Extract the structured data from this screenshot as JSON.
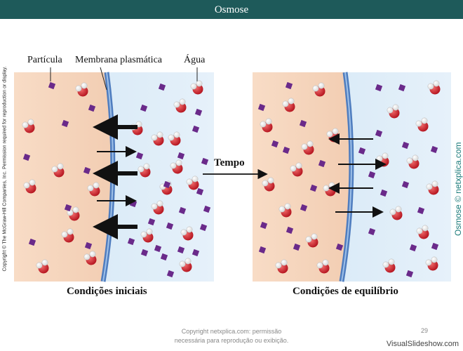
{
  "slide": {
    "title": "Osmose",
    "page_number": "29"
  },
  "labels": {
    "particle": "Partícula",
    "membrane": "Membrana plasmática",
    "water": "Água",
    "time": "Tempo",
    "initial": "Condições iniciais",
    "equilibrium": "Condições de equilíbrio"
  },
  "side_texts": {
    "copyright": "Copyright © The McGraw-Hill Companies, Inc. Permission required for reproduction or display.",
    "brand": "Osmose © netxplica.com"
  },
  "footer": {
    "line1": "Copyright netxplica.com: permissão",
    "line2": "necessária para reprodução ou exibição.",
    "watermark": "VisualSlideshow.com"
  },
  "colors": {
    "title_bar": "#1e5a5a",
    "cell_interior": "#f6d7bf",
    "extracellular": "#dbeaf7",
    "membrane": "#5b88c8",
    "water_molecule": "#d41f2a",
    "particle": "#6a2a8a"
  }
}
